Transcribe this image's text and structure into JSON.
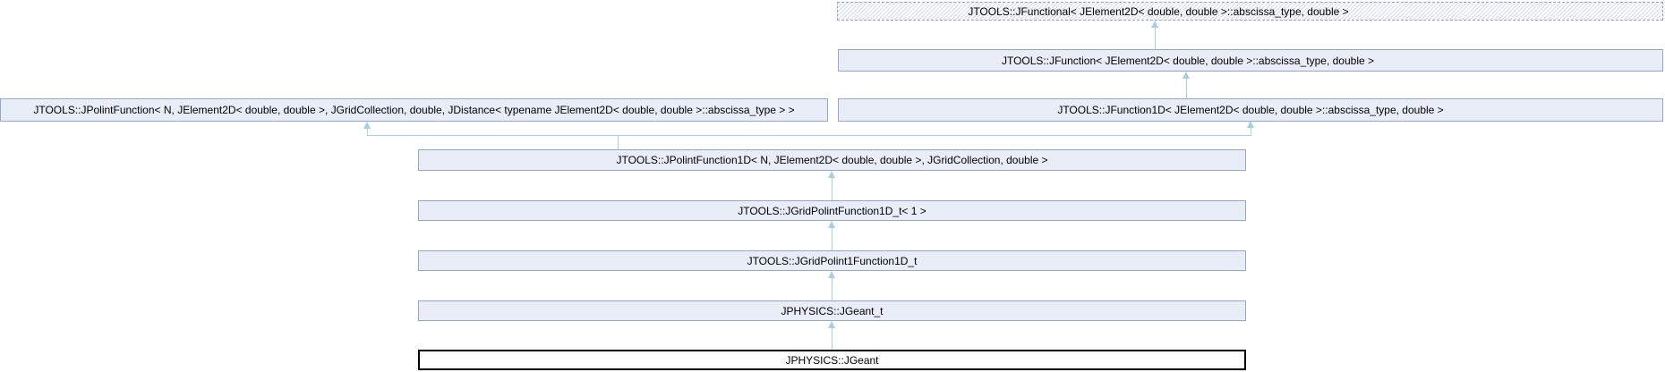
{
  "diagram": {
    "kind": "class-inheritance-graph",
    "nodes": [
      {
        "id": "jfunctional",
        "label": "JTOOLS::JFunctional< JElement2D< double, double >::abscissa_type, double >",
        "style": "dashed-hatched"
      },
      {
        "id": "jfunction",
        "label": "JTOOLS::JFunction< JElement2D< double, double >::abscissa_type, double >"
      },
      {
        "id": "jpolintfunction",
        "label": "JTOOLS::JPolintFunction< N, JElement2D< double, double >, JGridCollection, double, JDistance< typename JElement2D< double, double >::abscissa_type > >"
      },
      {
        "id": "jfunction1d",
        "label": "JTOOLS::JFunction1D< JElement2D< double, double >::abscissa_type, double >"
      },
      {
        "id": "jpolintfunction1d",
        "label": "JTOOLS::JPolintFunction1D< N, JElement2D< double, double >, JGridCollection, double >"
      },
      {
        "id": "jgridpolintfunction1dt",
        "label": "JTOOLS::JGridPolintFunction1D_t< 1 >"
      },
      {
        "id": "jgridpolint1function1dt",
        "label": "JTOOLS::JGridPolint1Function1D_t"
      },
      {
        "id": "jgeant_t",
        "label": "JPHYSICS::JGeant_t"
      },
      {
        "id": "jgeant",
        "label": "JPHYSICS::JGeant",
        "style": "current-class"
      }
    ],
    "edges": [
      {
        "child": "jfunction",
        "parent": "jfunctional"
      },
      {
        "child": "jfunction1d",
        "parent": "jfunction"
      },
      {
        "child": "jpolintfunction1d",
        "parent": "jpolintfunction"
      },
      {
        "child": "jpolintfunction1d",
        "parent": "jfunction1d"
      },
      {
        "child": "jgridpolintfunction1dt",
        "parent": "jpolintfunction1d"
      },
      {
        "child": "jgridpolint1function1dt",
        "parent": "jgridpolintfunction1dt"
      },
      {
        "child": "jgeant_t",
        "parent": "jgridpolint1function1dt"
      },
      {
        "child": "jgeant",
        "parent": "jgeant_t"
      }
    ],
    "colors": {
      "node_fill": "#e8edf7",
      "node_border": "#96a7c4",
      "edge": "#a9cde3",
      "hatch": "#dce2f0",
      "current_border": "#000000",
      "current_fill": "#ffffff"
    }
  }
}
